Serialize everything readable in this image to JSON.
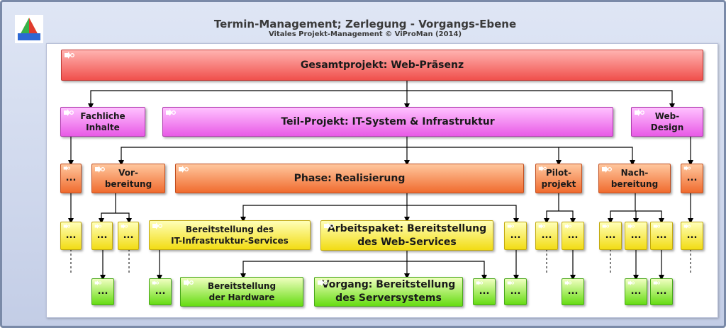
{
  "header": {
    "title": "Termin-Management; Zerlegung - Vorgangs-Ebene",
    "subtitle": "Vitales Projekt-Management © ViProMan  (2014)"
  },
  "colors": {
    "level1": "#f0504c",
    "level2": "#e85ae6",
    "level3": "#f06b2e",
    "level4": "#f2dc14",
    "level5": "#66dc12"
  },
  "icon_names": [
    "logo-icon",
    "arrow-link-icon"
  ],
  "nodes": {
    "gesamtprojekt": "Gesamtprojekt: Web-Präsenz",
    "fachliche_inhalte_l1": "Fachliche",
    "fachliche_inhalte_l2": "Inhalte",
    "teil_projekt": "Teil-Projekt: IT-System & Infrastruktur",
    "web_design_l1": "Web-",
    "web_design_l2": "Design",
    "vorbereitung_l1": "Vor-",
    "vorbereitung_l2": "bereitung",
    "phase_realisierung": "Phase: Realisierung",
    "pilotprojekt_l1": "Pilot-",
    "pilotprojekt_l2": "projekt",
    "nachbereitung_l1": "Nach-",
    "nachbereitung_l2": "bereitung",
    "bereitstellung_it_l1": "Bereitstellung des",
    "bereitstellung_it_l2": "IT-Infrastruktur-Services",
    "arbeitspaket_l1": "Arbeitspaket: Bereitstellung",
    "arbeitspaket_l2": "des Web-Services",
    "bereitstellung_hw_l1": "Bereitstellung",
    "bereitstellung_hw_l2": "der Hardware",
    "vorgang_l1": "Vorgang: Bereitstellung",
    "vorgang_l2": "des Serversystems",
    "ellipsis": "..."
  }
}
